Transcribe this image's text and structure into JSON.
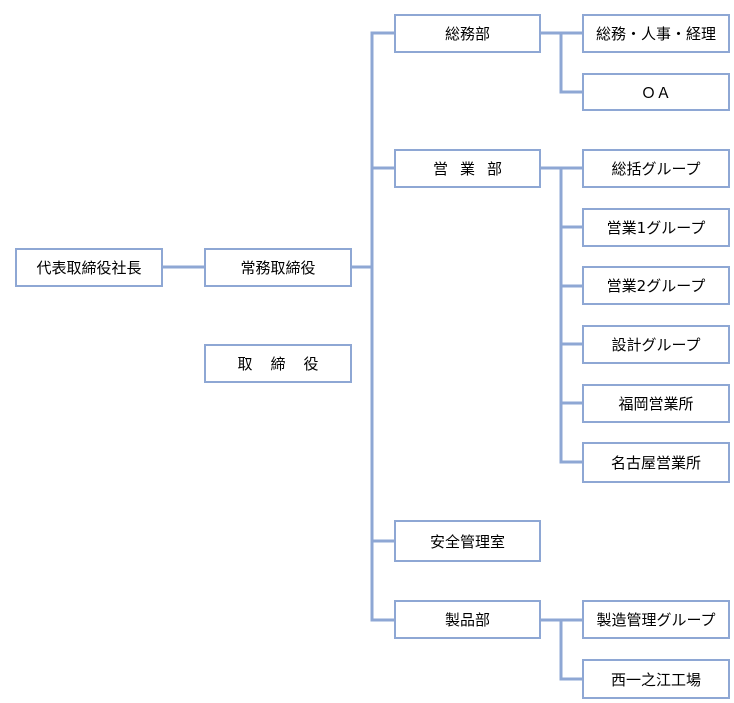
{
  "org_chart": {
    "president": "代表取締役社長",
    "managing_director": "常務取締役",
    "director": "取締役",
    "departments": {
      "general_affairs": "総務部",
      "sales": "営業部",
      "safety": "安全管理室",
      "products": "製品部"
    },
    "general_affairs_units": {
      "admin_hr_accounting": "総務・人事・経理",
      "oa": "ＯＡ"
    },
    "sales_units": {
      "general_group": "総括グループ",
      "sales_group_1": "営業1グループ",
      "sales_group_2": "営業2グループ",
      "design_group": "設計グループ",
      "fukuoka_office": "福岡営業所",
      "nagoya_office": "名古屋営業所"
    },
    "product_units": {
      "production_group": "製造管理グループ",
      "factory": "西一之江工場"
    }
  },
  "colors": {
    "line": "#8ea7d4",
    "border": "#8ea7d4",
    "background": "#ffffff",
    "text": "#000000"
  }
}
